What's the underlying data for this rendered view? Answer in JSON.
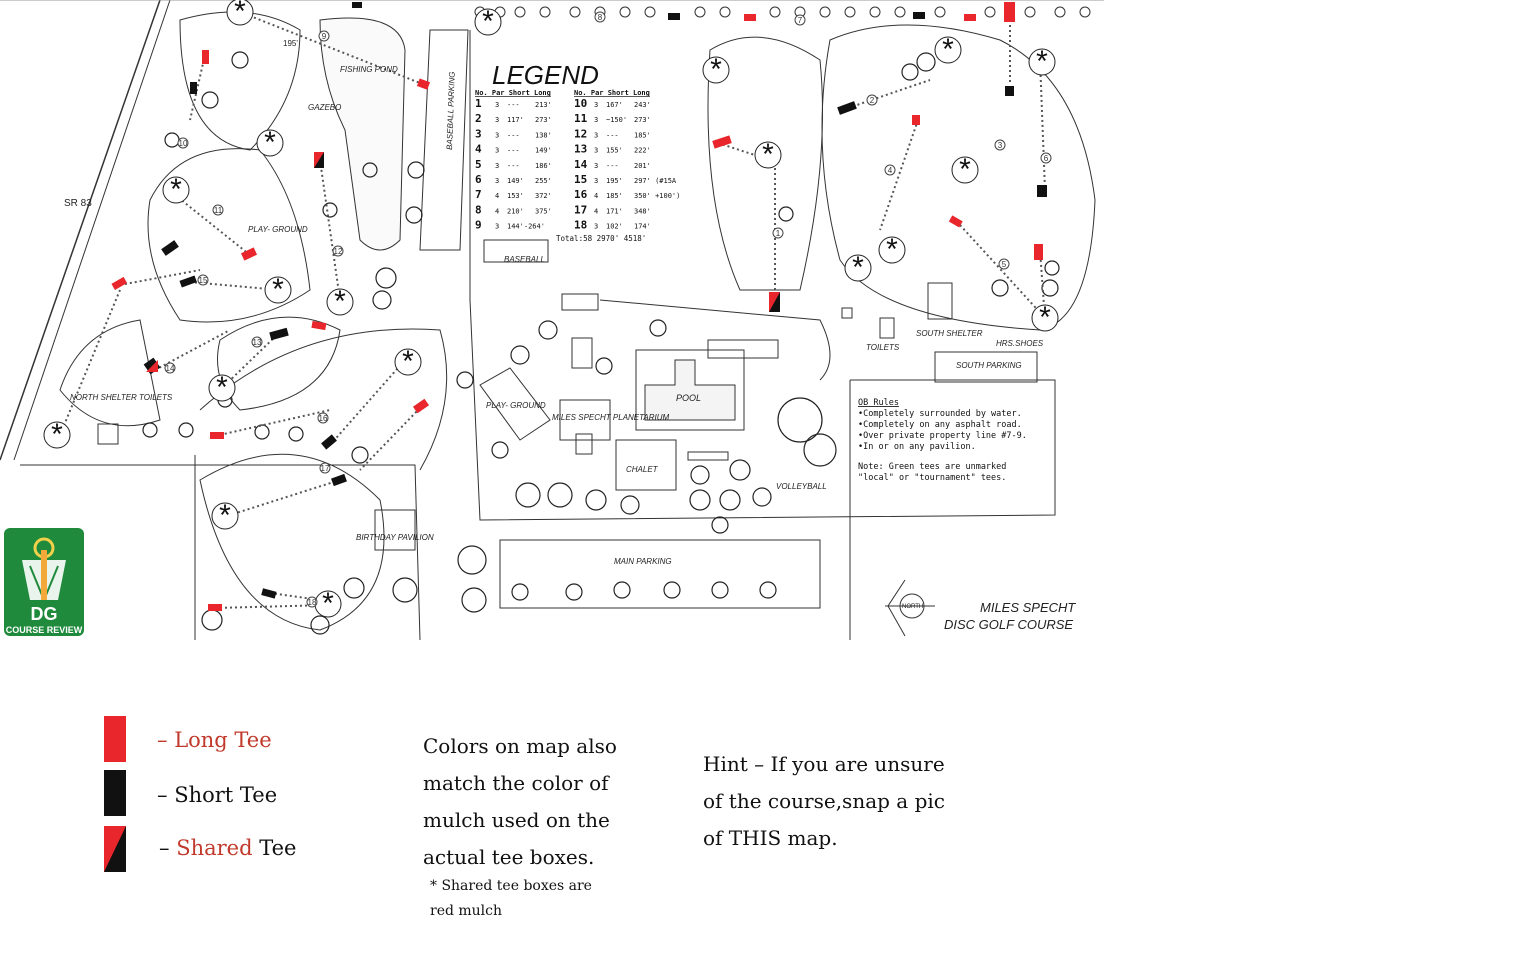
{
  "map": {
    "road_label": "SR 83",
    "labels": {
      "fishing_pond": "FISHING POND",
      "gazebo": "GAZEBO",
      "baseball_parking": "BASEBALL PARKING",
      "playground_west": "PLAY- GROUND",
      "playground_center": "PLAY- GROUND",
      "baseball": "BASEBALL",
      "north_shelter": "NORTH SHELTER TOILETS",
      "planetarium": "MILES SPECHT PLANETARIUM",
      "pool": "POOL",
      "chalet": "CHALET",
      "volleyball": "VOLLEYBALL",
      "birthday_pavilion": "BIRTHDAY PAVILION",
      "main_parking": "MAIN PARKING",
      "toilets": "TOILETS",
      "south_shelter": "SOUTH SHELTER",
      "hrs_shoes": "HRS.SHOES",
      "south_parking": "SOUTH PARKING",
      "north": "NORTH",
      "course_name_1": "MILES SPECHT",
      "course_name_2": "DISC GOLF COURSE",
      "tee_195": "195'"
    },
    "legend": {
      "title": "LEGEND",
      "header_left": "No. Par Short  Long",
      "header_right": "No. Par Short  Long",
      "rows": [
        {
          "no": "1",
          "par": "3",
          "short": "---",
          "long": "213'"
        },
        {
          "no": "2",
          "par": "3",
          "short": "117'",
          "long": "273'"
        },
        {
          "no": "3",
          "par": "3",
          "short": "---",
          "long": "138'"
        },
        {
          "no": "4",
          "par": "3",
          "short": "---",
          "long": "149'"
        },
        {
          "no": "5",
          "par": "3",
          "short": "---",
          "long": "186'"
        },
        {
          "no": "6",
          "par": "3",
          "short": "149'",
          "long": "255'"
        },
        {
          "no": "7",
          "par": "4",
          "short": "153'",
          "long": "372'"
        },
        {
          "no": "8",
          "par": "4",
          "short": "210'",
          "long": "375'"
        },
        {
          "no": "9",
          "par": "3",
          "short": "144'-264'",
          "long": ""
        },
        {
          "no": "10",
          "par": "3",
          "short": "167'",
          "long": "243'"
        },
        {
          "no": "11",
          "par": "3",
          "short": "~150'",
          "long": "273'"
        },
        {
          "no": "12",
          "par": "3",
          "short": "---",
          "long": "185'"
        },
        {
          "no": "13",
          "par": "3",
          "short": "155'",
          "long": "222'"
        },
        {
          "no": "14",
          "par": "3",
          "short": "---",
          "long": "201'"
        },
        {
          "no": "15",
          "par": "3",
          "short": "195'",
          "long": "297' (#15A"
        },
        {
          "no": "16",
          "par": "4",
          "short": "185'",
          "long": "350' +100')"
        },
        {
          "no": "17",
          "par": "4",
          "short": "171'",
          "long": "348'"
        },
        {
          "no": "18",
          "par": "3",
          "short": "102'",
          "long": "174'"
        }
      ],
      "total": "Total:58 2970' 4518'"
    },
    "ob_rules": {
      "title": "OB Rules",
      "lines": [
        "•Completely surrounded by water.",
        "•Completely on any asphalt road.",
        "•Over private property line #7-9.",
        "•In or on any pavilion."
      ],
      "note_1": "Note: Green tees are unmarked",
      "note_2": "\"local\" or \"tournament\" tees."
    },
    "hole_numbers": [
      "1",
      "2",
      "3",
      "4",
      "5",
      "6",
      "7",
      "8",
      "9",
      "10",
      "11",
      "12",
      "13",
      "14",
      "15",
      "16",
      "17",
      "18"
    ]
  },
  "logo": {
    "brand": "DG",
    "subtitle": "COURSE REVIEW"
  },
  "key": {
    "long_prefix": "– ",
    "long_label": "Long Tee",
    "short_prefix": "– ",
    "short_label": "Short Tee",
    "shared_prefix": "– ",
    "shared_word": "Shared",
    "shared_tail": " Tee"
  },
  "colors_note": {
    "line_1": "Colors on map also",
    "line_2": "match the color of",
    "line_3": "mulch used on the",
    "line_4": "actual tee boxes.",
    "sub_1": "* Shared tee boxes are",
    "sub_2": "red mulch"
  },
  "hint": {
    "line_1": "Hint – If you are unsure",
    "line_2": "of the course,snap a pic",
    "line_3": "of THIS map."
  },
  "colors": {
    "long_tee": "#e8262b",
    "short_tee": "#111111",
    "logo_green": "#1f8a3c"
  }
}
